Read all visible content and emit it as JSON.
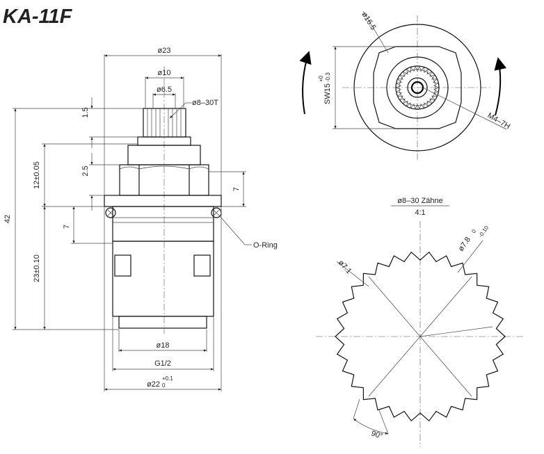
{
  "title": "KA-11F",
  "side_view": {
    "dims": {
      "d23": "ø23",
      "d10": "ø10",
      "d6_5": "ø6.5",
      "d8_30t": "ø8–30T",
      "h1_5": "1.5",
      "h12": "12±0.05",
      "h2_5": "2.5",
      "h7_right": "7",
      "h42": "42",
      "h7_left": "7",
      "h23": "23±0.10",
      "d18": "ø18",
      "g1_2": "G1/2",
      "d22": "ø22",
      "d22_tol_upper": "+0.1",
      "d22_tol_lower": "0"
    },
    "oring_label": "O-Ring"
  },
  "top_view": {
    "dims": {
      "d16_5": "ø16.5",
      "sw": "SW15",
      "sw_tol_upper": "+0",
      "sw_tol_lower": "-0.3",
      "m4": "M4–7H"
    }
  },
  "detail_view": {
    "title_line1": "ø8–30 Zähne",
    "title_line2": "4:1",
    "d7_1": "ø7.1",
    "d7_8": "ø7.8",
    "d7_8_tol_upper": "0",
    "d7_8_tol_lower": "-0.10",
    "angle": "90°"
  }
}
